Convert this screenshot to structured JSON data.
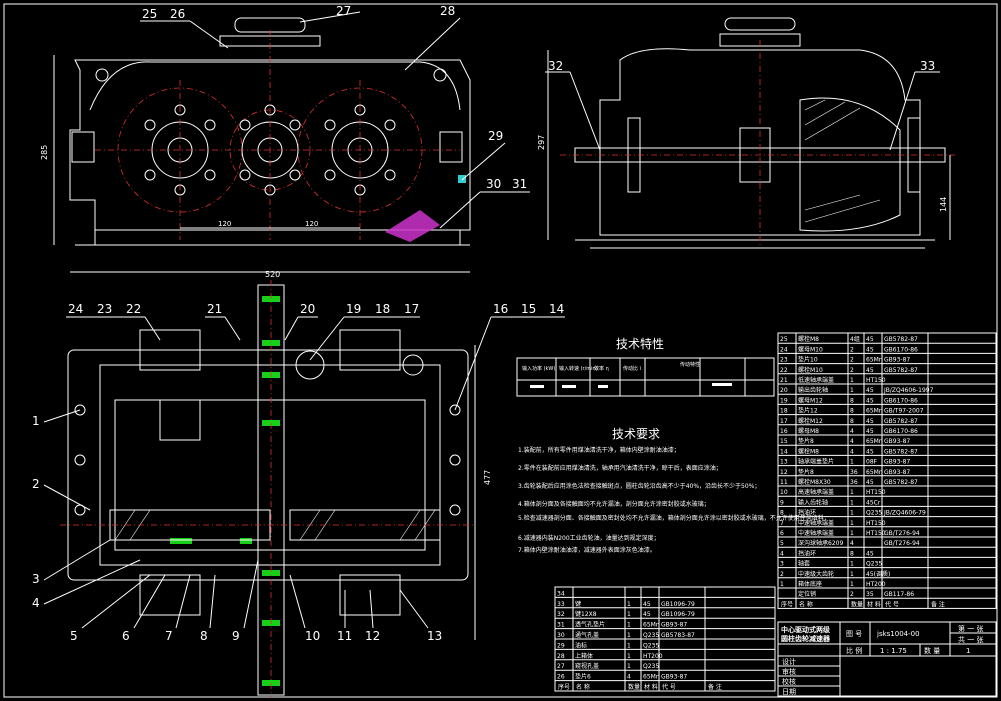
{
  "colors": {
    "background": "#000000",
    "line": "#ffffff",
    "center": "#e03030",
    "accent_green": "#19d019",
    "accent_magenta": "#cc33cc",
    "accent_cyan": "#33cccc"
  },
  "front_view": {
    "balloons": [
      "25",
      "26",
      "27",
      "28",
      "29",
      "30",
      "31"
    ],
    "dims": {
      "width": "520",
      "height": "285",
      "spacing_left": "120",
      "spacing_right": "120"
    }
  },
  "side_view": {
    "balloons": [
      "32",
      "33"
    ],
    "dims": {
      "height": "297",
      "shaft": "144"
    }
  },
  "plan_view": {
    "balloons_top": [
      "24",
      "23",
      "22",
      "21",
      "20",
      "19",
      "18",
      "17",
      "16",
      "15",
      "14"
    ],
    "balloons_left": [
      "1",
      "2",
      "3",
      "4"
    ],
    "balloons_bottom": [
      "5",
      "6",
      "7",
      "8",
      "9",
      "10",
      "11",
      "12",
      "13"
    ],
    "dims": {
      "height": "477"
    }
  },
  "tech_chars": {
    "title": "技术特性",
    "headers": [
      "输入功率\n(kW)",
      "输入转速\n(r/min)",
      "效率 η",
      "传动比\ni"
    ],
    "subheader": "传动特性"
  },
  "tech_reqs": {
    "title": "技术要求",
    "items": [
      "1.装配前，所有零件用煤油清洗干净，箱体内壁涂耐油油漆；",
      "2.零件在装配前应用煤油清洗，轴承用汽油清洗干净，晾干后，表面应涂油；",
      "3.齿轮装配后应用涂色法检查接触斑点，圆柱齿轮沿齿高不少于40%，沿齿长不少于50%；",
      "4.箱体剖分面及各接触面均不允许漏油，剖分面允许涂密封胶或水玻璃；",
      "5.检查减速器剖分面、各接触面及密封处均不允许漏油，箱体剖分面允许涂以密封胶或水玻璃，不允许使用任何填料；",
      "6.减速器内装N200工业齿轮油，油量达到规定深度；",
      "7.箱体内壁涂耐油油漆，减速器外表面涂灰色油漆。"
    ]
  },
  "parts_upper": [
    {
      "no": "25",
      "name": "螺栓M8",
      "qty": "4组",
      "mat": "45",
      "code": "GB5782-87"
    },
    {
      "no": "24",
      "name": "螺母M10",
      "qty": "2",
      "mat": "45",
      "code": "GB6170-86"
    },
    {
      "no": "23",
      "name": "垫片10",
      "qty": "2",
      "mat": "65Mn",
      "code": "GB93-87"
    },
    {
      "no": "22",
      "name": "螺栓M10",
      "qty": "2",
      "mat": "45",
      "code": "GB5782-87"
    },
    {
      "no": "21",
      "name": "低速轴承端盖",
      "qty": "1",
      "mat": "HT150",
      "code": ""
    },
    {
      "no": "20",
      "name": "输出齿轮轴",
      "qty": "1",
      "mat": "45",
      "code": "JB/ZQ4606-1997"
    },
    {
      "no": "19",
      "name": "螺母M12",
      "qty": "8",
      "mat": "45",
      "code": "GB6170-86"
    },
    {
      "no": "18",
      "name": "垫片12",
      "qty": "8",
      "mat": "65Mn",
      "code": "GB/T97-2007"
    },
    {
      "no": "17",
      "name": "螺栓M12",
      "qty": "8",
      "mat": "45",
      "code": "GB5782-87"
    },
    {
      "no": "16",
      "name": "螺母M8",
      "qty": "4",
      "mat": "45",
      "code": "GB6170-86"
    },
    {
      "no": "15",
      "name": "垫片8",
      "qty": "4",
      "mat": "65Mn",
      "code": "GB93-87"
    },
    {
      "no": "14",
      "name": "螺栓M8",
      "qty": "4",
      "mat": "45",
      "code": "GB5782-87"
    },
    {
      "no": "13",
      "name": "轴承端盖垫片",
      "qty": "1",
      "mat": "08F",
      "code": "GB93-87"
    },
    {
      "no": "12",
      "name": "垫片8",
      "qty": "36",
      "mat": "65Mn",
      "code": "GB93-87"
    },
    {
      "no": "11",
      "name": "螺栓M8X30",
      "qty": "36",
      "mat": "45",
      "code": "GB5782-87"
    },
    {
      "no": "10",
      "name": "高速轴承端盖",
      "qty": "1",
      "mat": "HT150",
      "code": ""
    },
    {
      "no": "9",
      "name": "输入齿轮轴",
      "qty": "1",
      "mat": "45Cr",
      "code": ""
    },
    {
      "no": "8",
      "name": "挡油环",
      "qty": "1",
      "mat": "Q235",
      "code": "JB/ZQ4606-79"
    },
    {
      "no": "7",
      "name": "中速轴承端盖",
      "qty": "1",
      "mat": "HT150",
      "code": ""
    },
    {
      "no": "6",
      "name": "中速轴承端盖",
      "qty": "1",
      "mat": "HT150",
      "code": "GB/T276-94"
    },
    {
      "no": "5",
      "name": "深沟球轴承6209",
      "qty": "4",
      "mat": "",
      "code": "GB/T276-94"
    },
    {
      "no": "4",
      "name": "挡油环",
      "qty": "8",
      "mat": "45",
      "code": ""
    },
    {
      "no": "3",
      "name": "轴套",
      "qty": "1",
      "mat": "Q235",
      "code": ""
    },
    {
      "no": "2",
      "name": "中速级大齿轮",
      "qty": "1",
      "mat": "45(调质)",
      "code": ""
    },
    {
      "no": "1",
      "name": "箱体底座",
      "qty": "1",
      "mat": "HT200",
      "code": ""
    },
    {
      "no": "",
      "name": "定位销",
      "qty": "2",
      "mat": "35",
      "code": "GB117-86"
    }
  ],
  "parts_upper_footer": [
    "序号",
    "名 称",
    "数量",
    "材 料",
    "代 号",
    "备 注"
  ],
  "parts_lower": [
    {
      "no": "34",
      "name": "",
      "qty": "",
      "mat": "",
      "code": ""
    },
    {
      "no": "33",
      "name": "键",
      "qty": "1",
      "mat": "45",
      "code": "GB1096-79"
    },
    {
      "no": "32",
      "name": "键12X8",
      "qty": "1",
      "mat": "45",
      "code": "GB1096-79"
    },
    {
      "no": "31",
      "name": "透气孔垫片",
      "qty": "1",
      "mat": "65Mn",
      "code": "GB93-87"
    },
    {
      "no": "30",
      "name": "通气孔盖",
      "qty": "1",
      "mat": "Q235",
      "code": "GB5783-87"
    },
    {
      "no": "29",
      "name": "油标",
      "qty": "1",
      "mat": "Q235",
      "code": ""
    },
    {
      "no": "28",
      "name": "上箱体",
      "qty": "1",
      "mat": "HT200",
      "code": ""
    },
    {
      "no": "27",
      "name": "窥视孔盖",
      "qty": "1",
      "mat": "Q235",
      "code": ""
    },
    {
      "no": "26",
      "name": "垫片6",
      "qty": "4",
      "mat": "65Mn",
      "code": "GB93-87"
    }
  ],
  "parts_lower_footer": [
    "序号",
    "名 称",
    "数量",
    "材 料",
    "代 号",
    "备 注"
  ],
  "title_block": {
    "title_line1": "中心驱动式两级",
    "title_line2": "圆柱齿轮减速器",
    "drawing_no_label": "图 号",
    "drawing_no": "jsks1004-00",
    "sheet": "第 一 张",
    "total": "共 一 张",
    "scale_label": "比 例",
    "scale": "1 : 1.75",
    "qty_label": "数 量",
    "qty": "1",
    "roles": [
      "设计",
      "审核",
      "校核",
      "日期"
    ]
  }
}
